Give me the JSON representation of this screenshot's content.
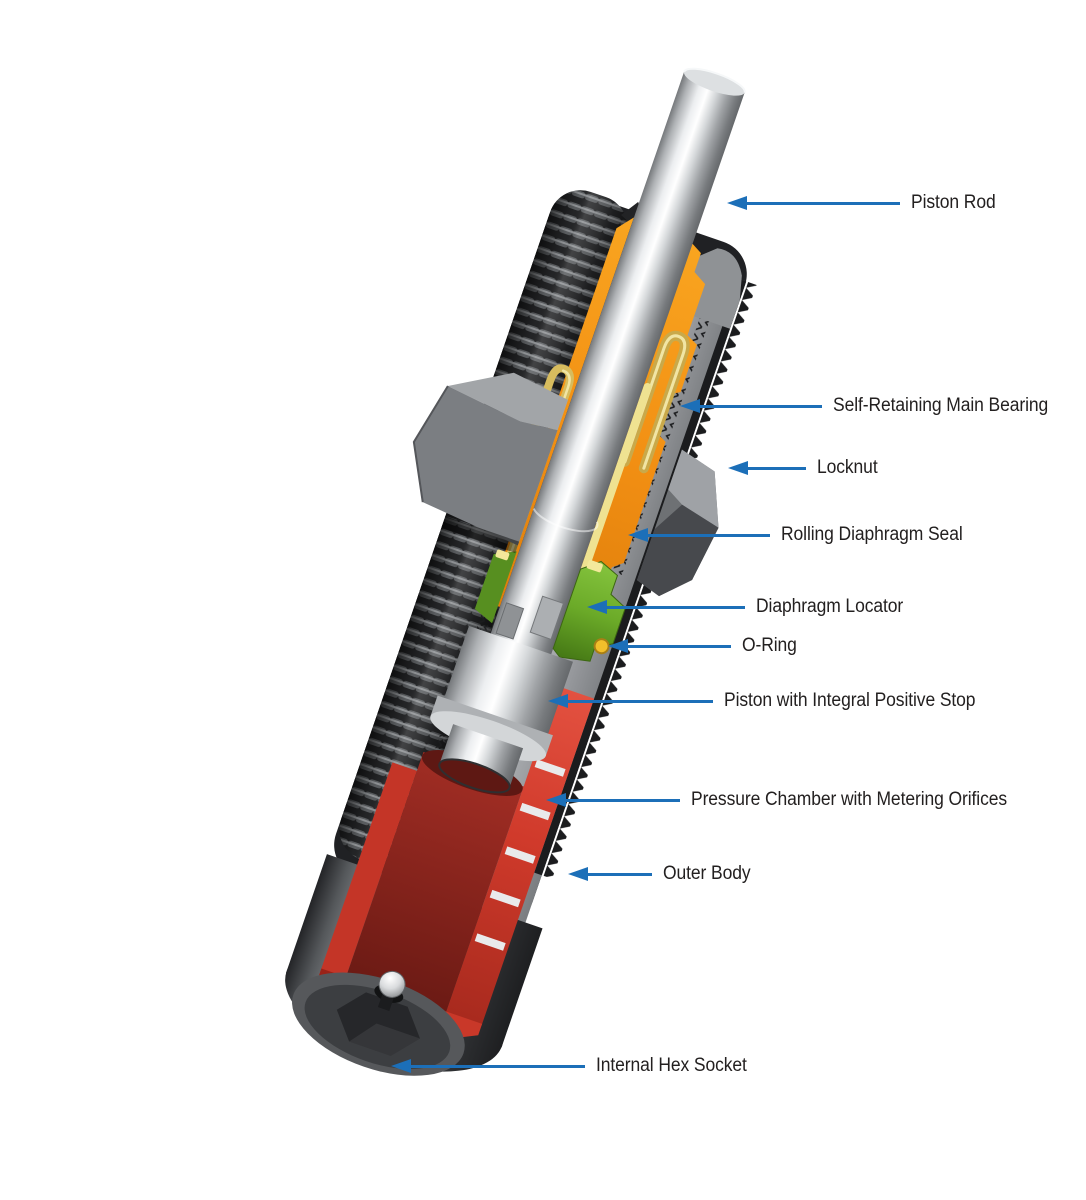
{
  "figure": {
    "description": "Cutaway diagram of a miniature shock absorber with labeled parts",
    "arrow_color": "#1C6FB8",
    "label_color": "#232020",
    "labels": [
      {
        "text": "Piston Rod"
      },
      {
        "text": "Self-Retaining Main Bearing"
      },
      {
        "text": "Locknut"
      },
      {
        "text": "Rolling Diaphragm Seal"
      },
      {
        "text": "Diaphragm Locator"
      },
      {
        "text": "O-Ring"
      },
      {
        "text": "Piston with Integral Positive Stop"
      },
      {
        "text": "Pressure Chamber with Metering Orifices"
      },
      {
        "text": "Outer Body"
      },
      {
        "text": "Internal Hex Socket"
      }
    ],
    "part_colors": {
      "outer_body_thread": "#202124",
      "cut_surface_gray": "#97999D",
      "inner_body_orange": "#F28F13",
      "bearing_seal_yellow": "#EFE291",
      "locator_green": "#6BAA28",
      "chamber_red": "#D03A2B",
      "rod_chrome": "#ECEEF0"
    }
  }
}
